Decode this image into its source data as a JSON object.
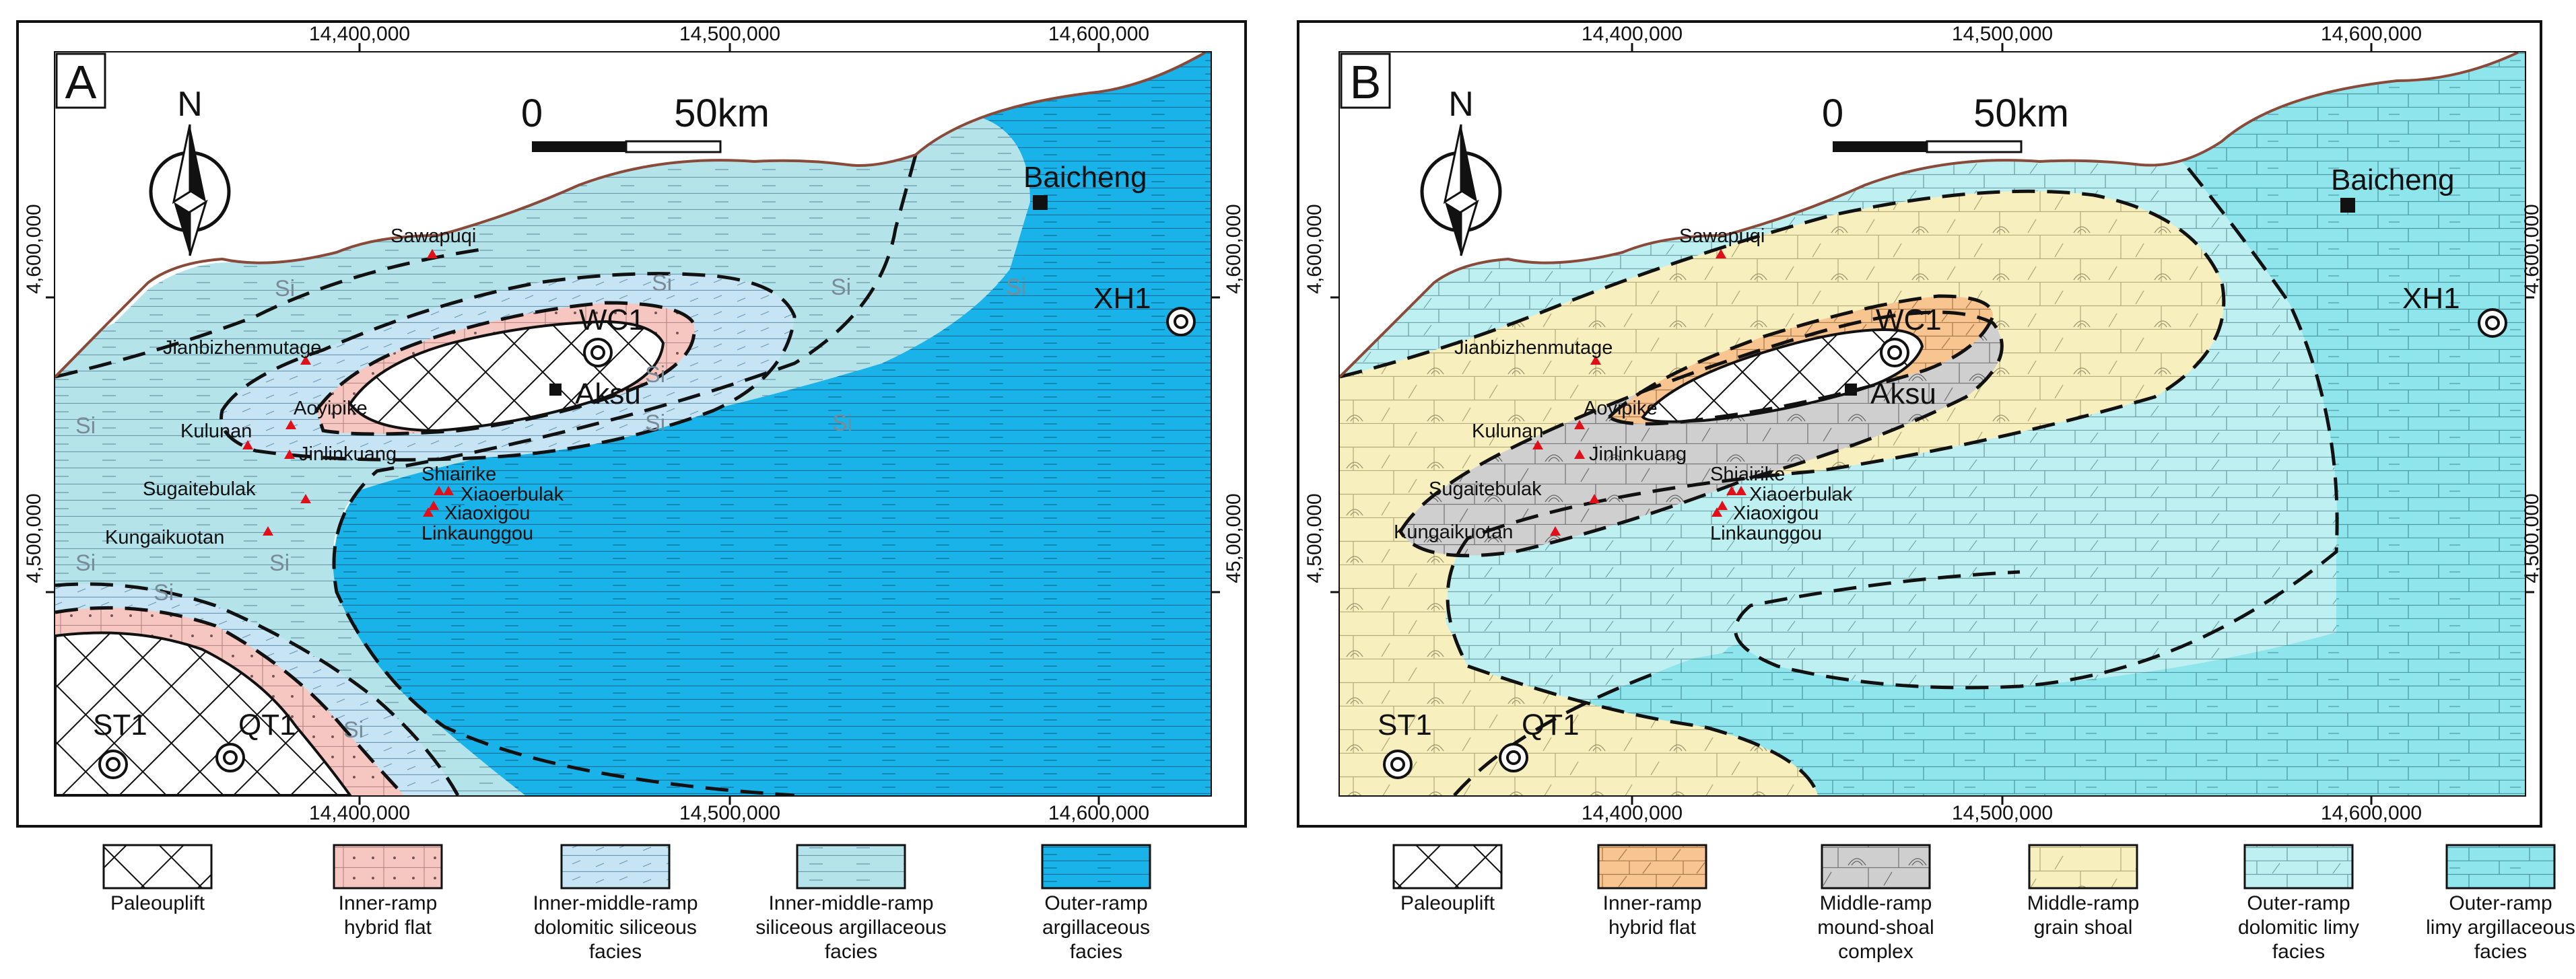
{
  "panels": [
    {
      "letter": "A",
      "north": "N",
      "scale": {
        "zero": "0",
        "dist": "50km"
      },
      "x_ticks_top": [
        "14,400,000",
        "14,500,000",
        "14,600,000"
      ],
      "x_ticks_bottom": [
        "14,400,000",
        "14,500,000",
        "14,600,000"
      ],
      "y_ticks_left": [
        "4,600,000",
        "4,500,000"
      ],
      "y_ticks_right": [
        "4,600,000",
        "45,00,000"
      ],
      "towns": {
        "baicheng": "Baicheng",
        "aksu": "Aksu"
      },
      "wells": {
        "wc1": "WC1",
        "xh1": "XH1",
        "st1": "ST1",
        "qt1": "QT1"
      },
      "sections": [
        "Sawapuqi",
        "Jianbizhenmutage",
        "Aoyipike",
        "Kulunan",
        "Jinlinkuang",
        "Sugaitebulak",
        "Kungaikuotan",
        "Shiairike",
        "Xiaoerbulak",
        "Xiaoxigou",
        "Linkaunggou"
      ],
      "si": "Si"
    },
    {
      "letter": "B",
      "north": "N",
      "scale": {
        "zero": "0",
        "dist": "50km"
      },
      "x_ticks_top": [
        "14,400,000",
        "14,500,000",
        "14,600,000"
      ],
      "x_ticks_bottom": [
        "14,400,000",
        "14,500,000",
        "14,600,000"
      ],
      "y_ticks_left": [
        "4,600,000",
        "4,500,000"
      ],
      "y_ticks_right": [
        "4,600,000",
        "4,500,000"
      ],
      "towns": {
        "baicheng": "Baicheng",
        "aksu": "Aksu"
      },
      "wells": {
        "wc1": "WC1",
        "xh1": "XH1",
        "st1": "ST1",
        "qt1": "QT1"
      },
      "sections": [
        "Sawapuqi",
        "Jianbizhenmutage",
        "Aoyipike",
        "Kulunan",
        "Jinlinkuang",
        "Sugaitebulak",
        "Kungaikuotan",
        "Shiairike",
        "Xiaoerbulak",
        "Xiaoxigou",
        "Linkaunggou"
      ]
    }
  ],
  "legend_a": [
    {
      "lines": [
        "Paleouplift"
      ],
      "pattern": "crosshatch",
      "color": "#ffffff"
    },
    {
      "lines": [
        "Inner-ramp",
        "hybrid flat"
      ],
      "pattern": "dots",
      "color": "#f6c7c1"
    },
    {
      "lines": [
        "Inner-middle-ramp",
        "dolomitic siliceous",
        "facies"
      ],
      "pattern": "siliceous",
      "color": "#c6e4f3"
    },
    {
      "lines": [
        "Inner-middle-ramp",
        "siliceous argillaceous",
        "facies"
      ],
      "pattern": "sil-arg",
      "color": "#b4e4ea"
    },
    {
      "lines": [
        "Outer-ramp",
        "argillaceous",
        "facies"
      ],
      "pattern": "argillaceous",
      "color": "#19b3ea"
    }
  ],
  "legend_b": [
    {
      "lines": [
        "Paleouplift"
      ],
      "pattern": "crosshatch",
      "color": "#ffffff"
    },
    {
      "lines": [
        "Inner-ramp",
        "hybrid flat"
      ],
      "pattern": "brick-diag",
      "color": "#f8c48f"
    },
    {
      "lines": [
        "Middle-ramp",
        "mound-shoal",
        "complex"
      ],
      "pattern": "mound",
      "color": "#cfcfcf"
    },
    {
      "lines": [
        "Middle-ramp",
        "grain shoal"
      ],
      "pattern": "grain",
      "color": "#f7efbd"
    },
    {
      "lines": [
        "Outer-ramp",
        "dolomitic limy",
        "facies"
      ],
      "pattern": "brick",
      "color": "#bff0f1"
    },
    {
      "lines": [
        "Outer-ramp",
        "limy argillaceous",
        "facies"
      ],
      "pattern": "limy-arg",
      "color": "#8fe5ec"
    }
  ],
  "colors": {
    "paleouplift": "#ffffff",
    "a_inner_flat": "#f6c7c1",
    "a_dolo_siliceous": "#c6e4f3",
    "a_sil_argillaceous": "#b4e4ea",
    "a_outer_argillaceous": "#19b3ea",
    "b_inner_flat": "#f8c48f",
    "b_mound_shoal": "#cfcfcf",
    "b_grain_shoal": "#f7efbd",
    "b_outer_dolo_limy": "#bff0f1",
    "b_outer_limy_arg": "#8fe5ec",
    "coastline": "#8a4a3a",
    "section_marker": "#e0101a"
  }
}
